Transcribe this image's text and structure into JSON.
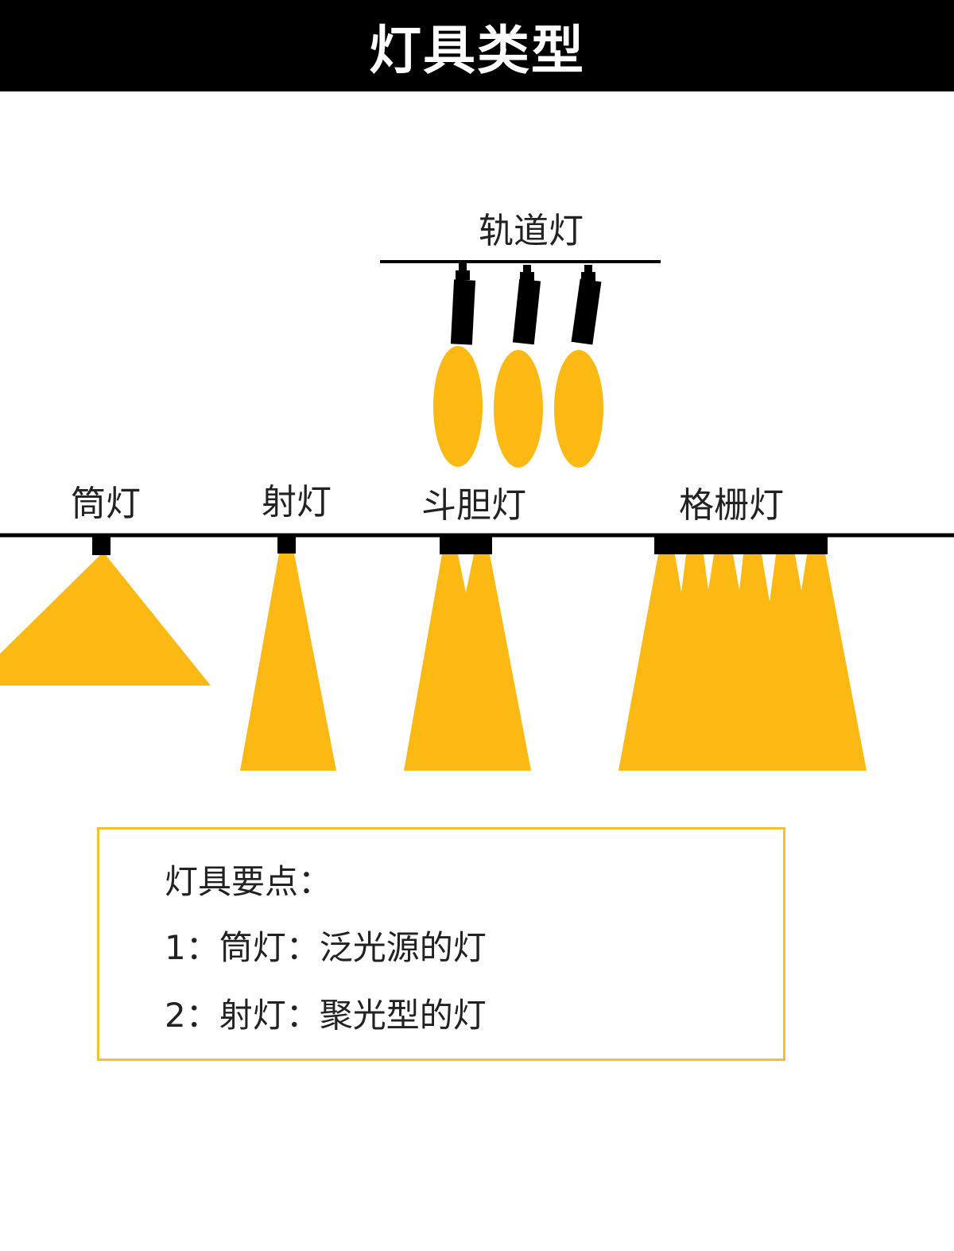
{
  "header": {
    "title": "灯具类型"
  },
  "labels": {
    "track": "轨道灯",
    "downlight": "筒灯",
    "spotlight": "射灯",
    "grille_spot": "斗胆灯",
    "grille": "格栅灯"
  },
  "notes": {
    "heading": "灯具要点：",
    "items": [
      "1：筒灯：泛光源的灯",
      "2：射灯：聚光型的灯"
    ]
  },
  "colors": {
    "beam": "#FDB913",
    "fixture": "#000000",
    "box_border": "#F1C232"
  }
}
